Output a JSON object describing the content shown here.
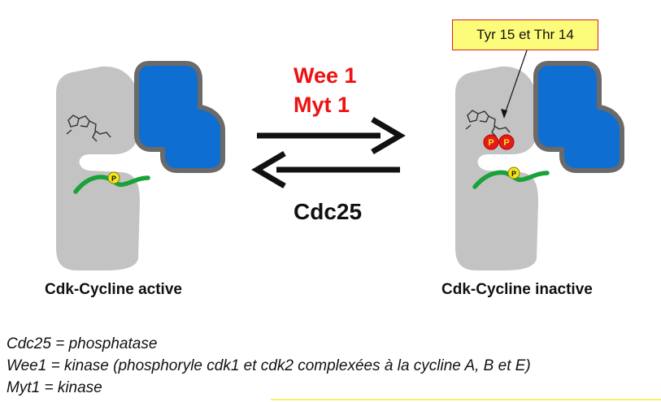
{
  "arrows": {
    "top_labels": [
      "Wee 1",
      "Myt 1"
    ],
    "bottom_label": "Cdc25"
  },
  "complexes": {
    "active_label": "Cdk-Cycline active",
    "inactive_label": "Cdk-Cycline inactive",
    "phospho_marker": "P"
  },
  "callout": {
    "text": "Tyr 15 et Thr 14"
  },
  "legend": [
    "Cdc25 = phosphatase",
    "Wee1 = kinase (phosphoryle cdk1 et cdk2 complexées à la cycline A, B et E)",
    "Myt1 = kinase"
  ],
  "colors": {
    "cdk_grey": "#c3c3c3",
    "cyclin_blue": "#0f6ed1",
    "cyclin_border": "#666666",
    "loop_green": "#1aa23a",
    "phospho_yellow": "#f3e61b",
    "phospho_red": "#e51b1b",
    "label_red": "#ee1111",
    "callout_fill": "#fdfc7a"
  }
}
